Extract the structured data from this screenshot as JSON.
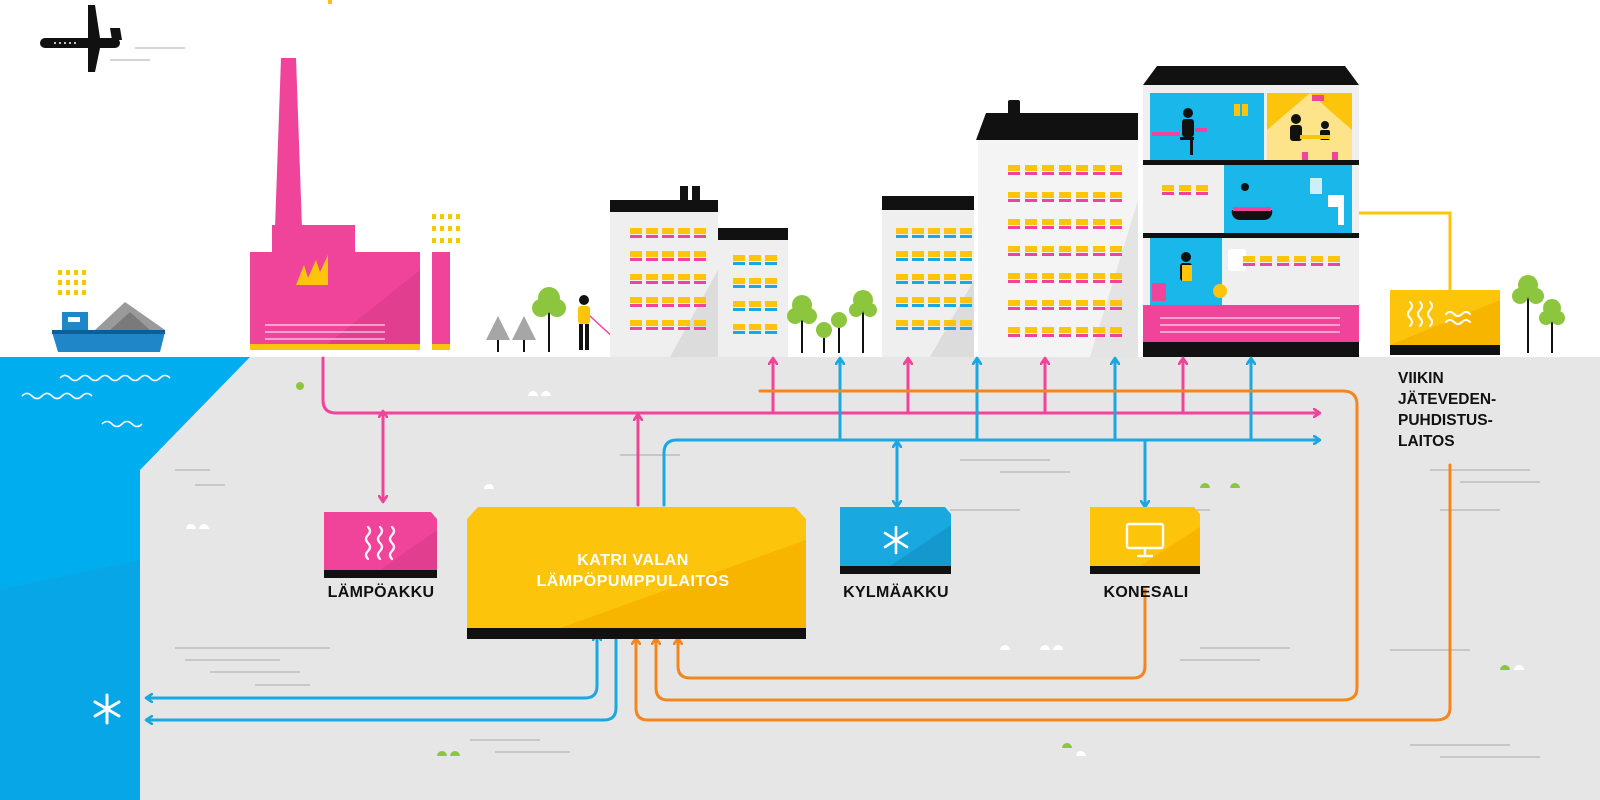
{
  "colors": {
    "heat": "#f0449a",
    "cold": "#1aa8e0",
    "return": "#f4861e",
    "yellow": "#fcc40a",
    "water": "#00aeef",
    "ground": "#e6e6e6",
    "ink": "#111111"
  },
  "labels": {
    "plant_line1": "KATRI VALAN",
    "plant_line2": "LÄMPÖPUMPPULAITOS",
    "heat_storage": "LÄMPÖAKKU",
    "cold_storage": "KYLMÄAKKU",
    "datacenter": "KONESALI",
    "wwtp": [
      "VIIKIN",
      "JÄTEVEDEN-",
      "PUHDISTUS-",
      "LAITOS"
    ]
  },
  "icons": {
    "heat_storage": "heat-waves-icon",
    "cold_storage": "snowflake-icon",
    "datacenter": "monitor-icon",
    "sea": "snowflake-icon",
    "wwtp": "heat-waves-icon"
  }
}
